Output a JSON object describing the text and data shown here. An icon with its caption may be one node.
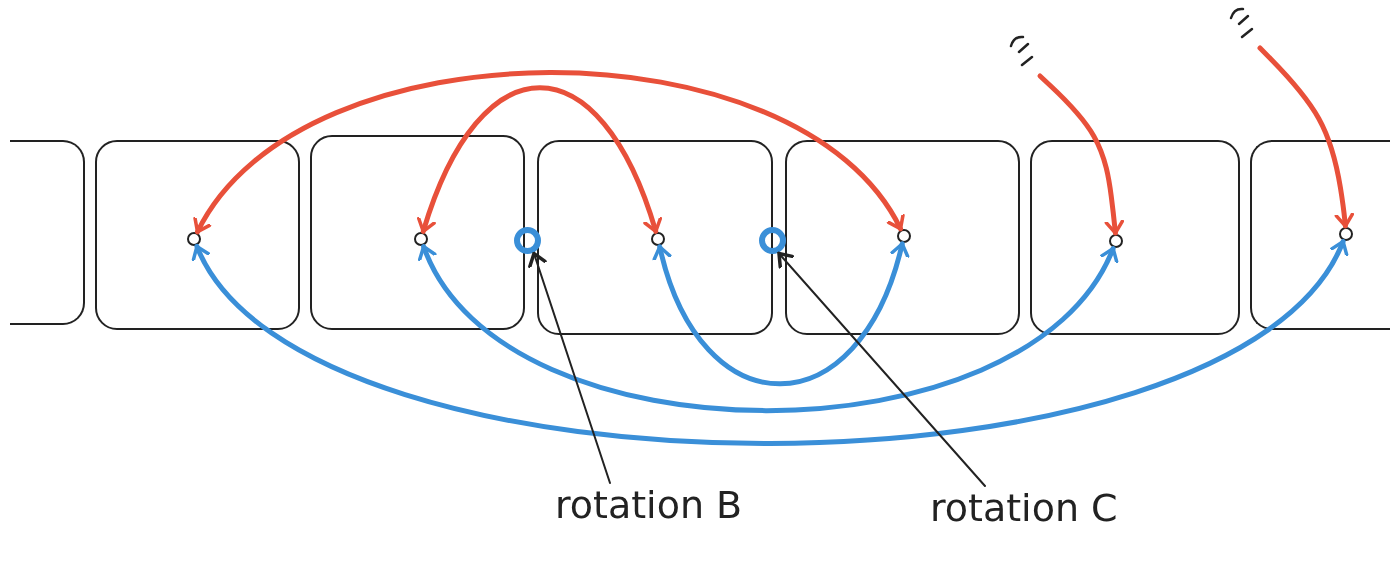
{
  "diagram": {
    "nodes": [
      {
        "text": [],
        "shape": "box"
      },
      {
        "text": [],
        "shape": "box"
      },
      {
        "text": [],
        "shape": "box"
      },
      {
        "text": [],
        "shape": "box"
      },
      {
        "text": [],
        "shape": "box"
      },
      {
        "text": [],
        "shape": "box"
      },
      {
        "text": [],
        "shape": "box"
      },
      {
        "text": [],
        "shape": "circle",
        "in": 1
      },
      {
        "text": [],
        "shape": "circle",
        "in": 2
      },
      {
        "text": [],
        "shape": "circle",
        "in": 3
      },
      {
        "text": [],
        "shape": "circle",
        "in": 4
      },
      {
        "text": [],
        "shape": "circle",
        "in": 5
      },
      {
        "text": [],
        "shape": "circle",
        "in": 6
      },
      {
        "text": [],
        "shape": "circle"
      },
      {
        "text": [],
        "shape": "circle"
      },
      {
        "text": [
          "rotation B"
        ]
      },
      {
        "text": [
          "rotation C"
        ]
      },
      {
        "text": [],
        "shape": "picture"
      },
      {
        "text": [],
        "shape": "picture"
      }
    ],
    "edges": [
      {
        "from": 7,
        "to": 10,
        "arrow": "both",
        "color": "#e8503a"
      },
      {
        "from": 8,
        "to": 9,
        "arrow": "both",
        "color": "#e8503a"
      },
      {
        "from": 17,
        "to": 11,
        "arrow": "to",
        "color": "#e8503a"
      },
      {
        "from": 18,
        "to": 12,
        "arrow": "to",
        "color": "#e8503a"
      },
      {
        "from": 7,
        "to": 12,
        "arrow": "both",
        "color": "#3a8fd8"
      },
      {
        "from": 8,
        "to": 11,
        "arrow": "both",
        "color": "#3a8fd8"
      },
      {
        "from": 9,
        "to": 10,
        "arrow": "both",
        "color": "#3a8fd8"
      },
      {
        "from": 15,
        "to": 13,
        "arrow": "to",
        "color": "#222222"
      },
      {
        "from": 16,
        "to": 14,
        "arrow": "to",
        "color": "#222222"
      }
    ]
  }
}
